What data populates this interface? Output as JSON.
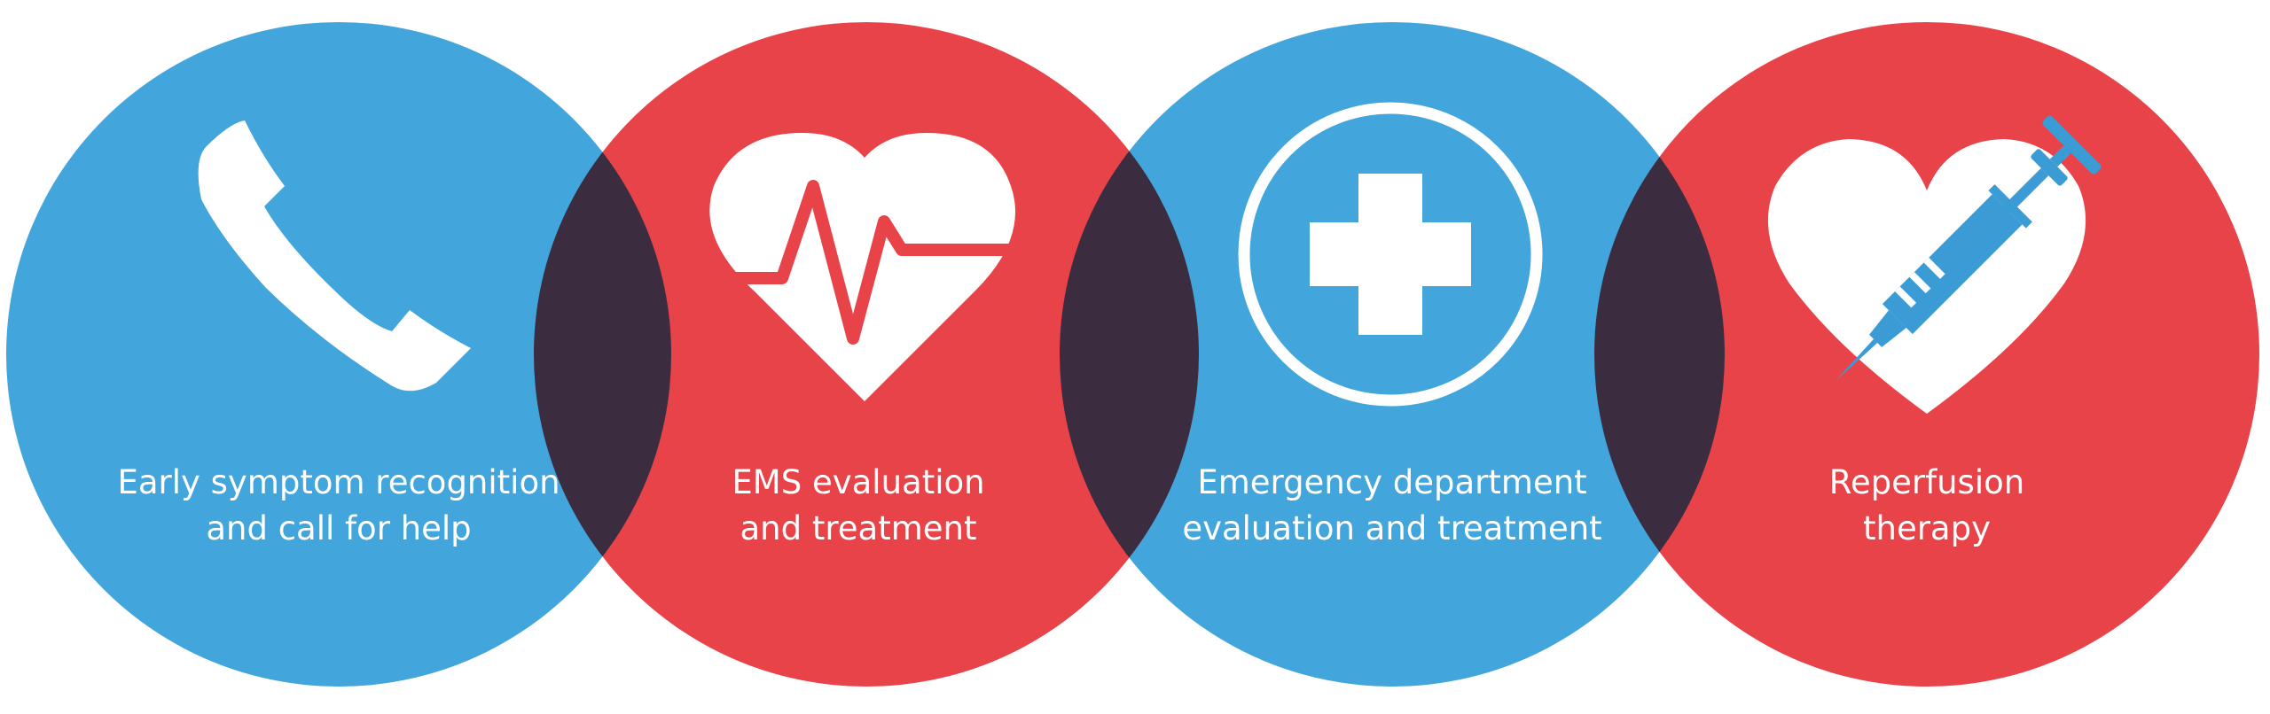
{
  "colors": {
    "blue": "#42A5DC",
    "red": "#E84349",
    "icon": "#FFFFFF",
    "syringe_accent": "#3A9BD5"
  },
  "steps": [
    {
      "color": "#42A5DC",
      "icon": "phone-handset-icon",
      "label_line1": "Early symptom recognition",
      "label_line2": "and call for help"
    },
    {
      "color": "#E84349",
      "icon": "heart-pulse-icon",
      "label_line1": "EMS evaluation",
      "label_line2": "and treatment"
    },
    {
      "color": "#42A5DC",
      "icon": "medical-cross-icon",
      "label_line1": "Emergency department",
      "label_line2": "evaluation and treatment"
    },
    {
      "color": "#E84349",
      "icon": "heart-syringe-icon",
      "label_line1": "Reperfusion",
      "label_line2": "therapy"
    }
  ]
}
